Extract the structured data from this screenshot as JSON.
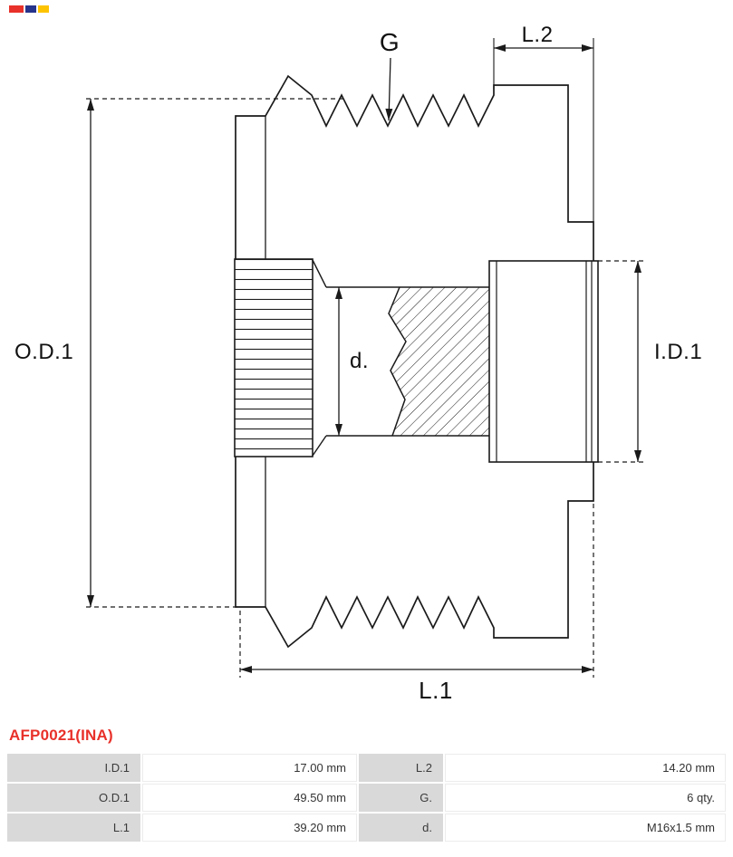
{
  "diagram": {
    "dimension_labels": {
      "g": "G",
      "l2": "L.2",
      "od1": "O.D.1",
      "d": "d.",
      "id1": "I.D.1",
      "l1": "L.1"
    }
  },
  "part_number": "AFP0021(INA)",
  "spec_table": {
    "rows": [
      {
        "label1": "I.D.1",
        "value1": "17.00 mm",
        "label2": "L.2",
        "value2": "14.20 mm"
      },
      {
        "label1": "O.D.1",
        "value1": "49.50 mm",
        "label2": "G.",
        "value2": "6 qty."
      },
      {
        "label1": "L.1",
        "value1": "39.20 mm",
        "label2": "d.",
        "value2": "M16x1.5 mm"
      }
    ]
  },
  "colors": {
    "part_number_red": "#e8312a",
    "table_label_bg": "#d9d9d9",
    "drawing_line": "#1a1a1a",
    "logo_segments": [
      "#e8312a",
      "#27348b",
      "#fdc300"
    ]
  }
}
